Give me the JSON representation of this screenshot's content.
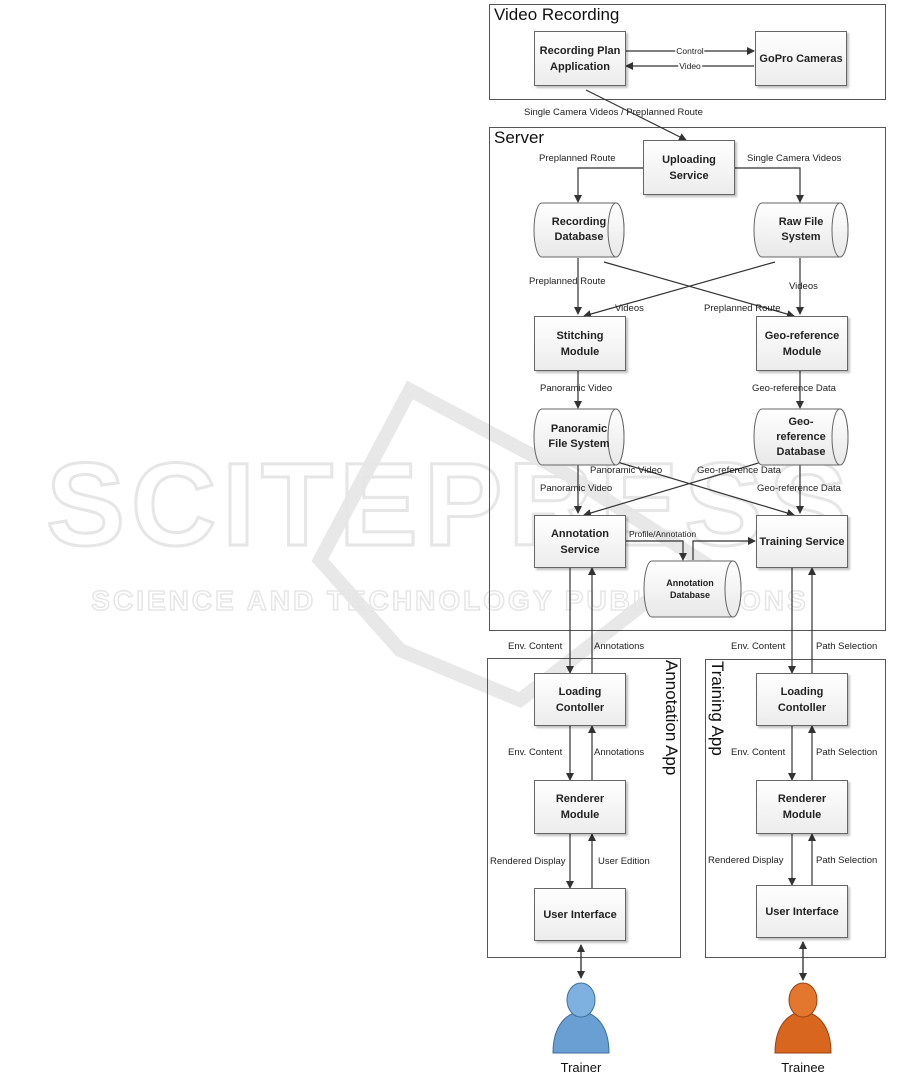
{
  "frames": {
    "video_recording": "Video Recording",
    "server": "Server",
    "annotation_app": "Annotation App",
    "training_app": "Training App"
  },
  "nodes": {
    "recording_plan": "Recording Plan Application",
    "gopro": "GoPro Cameras",
    "uploading": "Uploading Service",
    "stitching": "Stitching Module",
    "georef_module": "Geo-reference Module",
    "annotation_service": "Annotation Service",
    "training_service": "Training Service",
    "a_loading": "Loading Contoller",
    "a_renderer": "Renderer Module",
    "a_ui": "User Interface",
    "t_loading": "Loading Contoller",
    "t_renderer": "Renderer Module",
    "t_ui": "User Interface"
  },
  "databases": {
    "recording_db": "Recording Database",
    "raw_fs": "Raw File System",
    "panoramic_fs": "Panoramic File System",
    "georef_db": "Geo-reference Database",
    "annotation_db": "Annotation Database"
  },
  "edges": {
    "control": "Control",
    "video": "Video",
    "single_preplanned": "Single Camera Videos / Preplanned Route",
    "preplanned_route_1": "Preplanned Route",
    "single_camera_videos": "Single Camera Videos",
    "preplanned_route_2": "Preplanned Route",
    "videos_1": "Videos",
    "videos_2": "Videos",
    "preplanned_route_3": "Preplanned Route",
    "panoramic_video_1": "Panoramic Video",
    "georef_data_1": "Geo-reference Data",
    "panoramic_video_2": "Panoramic Video",
    "georef_data_2": "Geo-reference Data",
    "panoramic_video_3": "Panoramic Video",
    "georef_data_3": "Geo-reference Data",
    "profile_annotation": "Profile/Annotation",
    "a_env_content_1": "Env. Content",
    "a_annotations_1": "Annotations",
    "a_env_content_2": "Env. Content",
    "a_annotations_2": "Annotations",
    "a_rendered_display": "Rendered Display",
    "a_user_edition": "User Edition",
    "t_env_content_1": "Env. Content",
    "t_path_selection_1": "Path Selection",
    "t_env_content_2": "Env. Content",
    "t_path_selection_2": "Path Selection",
    "t_rendered_display": "Rendered Display",
    "t_path_selection_3": "Path Selection"
  },
  "actors": {
    "trainer": "Trainer",
    "trainee": "Trainee"
  },
  "watermark": {
    "main": "SCITEPRESS",
    "sub": "SCIENCE AND TECHNOLOGY PUBLICATIONS"
  },
  "colors": {
    "trainer": "#6a9fd4",
    "trainee": "#d9661e",
    "watermark": "#e6e6e6"
  }
}
